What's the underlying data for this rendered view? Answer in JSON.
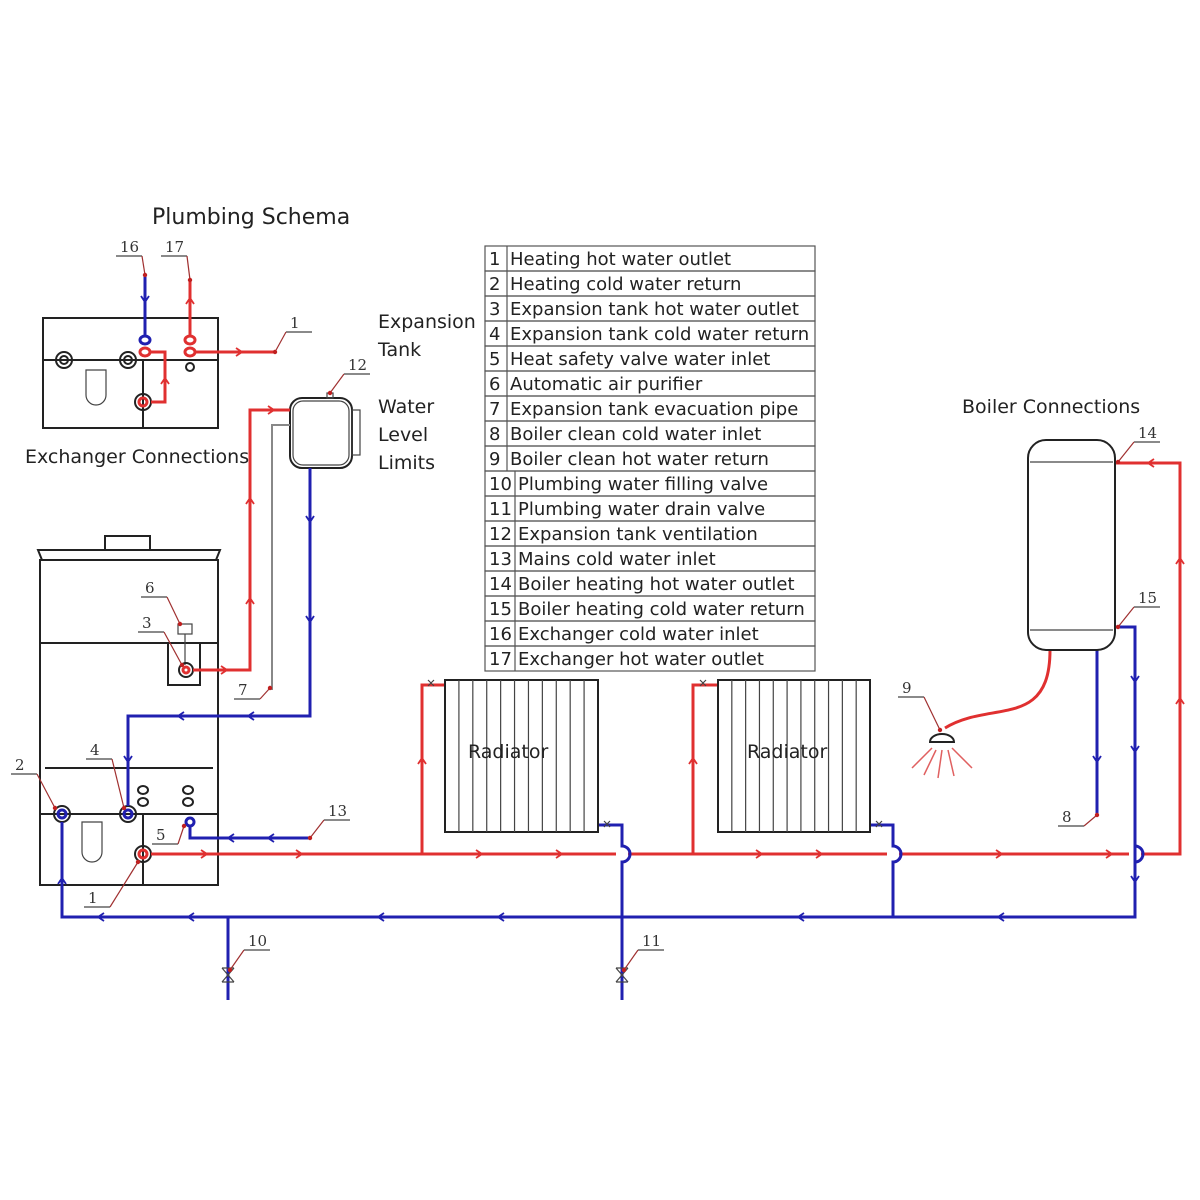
{
  "title": "Plumbing Schema",
  "captions": {
    "exchanger": "Exchanger Connections",
    "expansion_1": "Expansion",
    "expansion_2": "Tank",
    "water_1": "Water",
    "water_2": "Level",
    "water_3": "Limits",
    "boiler": "Boiler Connections",
    "radiator_1": "Radiator",
    "radiator_2": "Radiator"
  },
  "legend": [
    {
      "n": "1",
      "label": "Heating hot water outlet"
    },
    {
      "n": "2",
      "label": "Heating cold water return"
    },
    {
      "n": "3",
      "label": "Expansion tank hot water outlet"
    },
    {
      "n": "4",
      "label": "Expansion tank cold water return"
    },
    {
      "n": "5",
      "label": "Heat safety valve water inlet"
    },
    {
      "n": "6",
      "label": "Automatic air purifier"
    },
    {
      "n": "7",
      "label": "Expansion tank evacuation pipe"
    },
    {
      "n": "8",
      "label": "Boiler clean cold water inlet"
    },
    {
      "n": "9",
      "label": "Boiler clean hot water return"
    },
    {
      "n": "10",
      "label": "Plumbing water filling valve"
    },
    {
      "n": "11",
      "label": "Plumbing water drain valve"
    },
    {
      "n": "12",
      "label": "Expansion tank ventilation"
    },
    {
      "n": "13",
      "label": "Mains cold water inlet"
    },
    {
      "n": "14",
      "label": "Boiler heating hot water outlet"
    },
    {
      "n": "15",
      "label": "Boiler heating cold water return"
    },
    {
      "n": "16",
      "label": "Exchanger cold water inlet"
    },
    {
      "n": "17",
      "label": "Exchanger hot water outlet"
    }
  ],
  "callouts": {
    "c16": "16",
    "c17": "17",
    "c1top": "1",
    "c12": "12",
    "c6": "6",
    "c3": "3",
    "c7": "7",
    "c2": "2",
    "c4": "4",
    "c5": "5",
    "c1": "1",
    "c13": "13",
    "c10": "10",
    "c11": "11",
    "c9": "9",
    "c8": "8",
    "c14": "14",
    "c15": "15"
  },
  "colors": {
    "hot": "#e03030",
    "cold": "#2020b0",
    "evac": "#888888"
  }
}
